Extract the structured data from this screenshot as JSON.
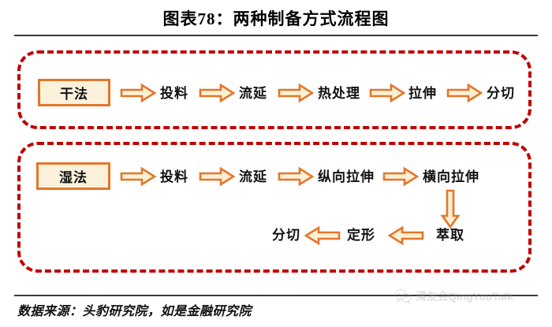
{
  "figure": {
    "title": "图表78：两种制备方式流程图",
    "source_note": "数据来源：头豹研究院，如是金融研究院"
  },
  "watermark": {
    "text": "清友会QingYouTalk",
    "icon": "wechat-icon"
  },
  "colors": {
    "group_border": "#C00000",
    "box_border": "#E3762A",
    "box_fill": "#FCF2DC",
    "arrow_stroke": "#E3762A",
    "arrow_fill": "#FCF0D4",
    "rule": "#3B3B3B",
    "text": "#111111"
  },
  "chart_data": {
    "type": "diagram",
    "title": "图表78：两种制备方式流程图",
    "groups": [
      {
        "id": "dry",
        "label": "干法",
        "rows": [
          {
            "direction": "right",
            "steps": [
              "投料",
              "流延",
              "热处理",
              "拉伸",
              "分切"
            ]
          }
        ]
      },
      {
        "id": "wet",
        "label": "湿法",
        "rows": [
          {
            "direction": "right",
            "steps": [
              "投料",
              "流延",
              "纵向拉伸",
              "横向拉伸"
            ]
          },
          {
            "direction": "down",
            "steps": []
          },
          {
            "direction": "left",
            "steps": [
              "萃取",
              "定形",
              "分切"
            ]
          }
        ]
      }
    ]
  },
  "dry": {
    "method_label": "干法",
    "steps": {
      "s1": "投料",
      "s2": "流延",
      "s3": "热处理",
      "s4": "拉伸",
      "s5": "分切"
    }
  },
  "wet": {
    "method_label": "湿法",
    "steps": {
      "s1": "投料",
      "s2": "流延",
      "s3": "纵向拉伸",
      "s4": "横向拉伸",
      "s5": "萃取",
      "s6": "定形",
      "s7": "分切"
    }
  }
}
